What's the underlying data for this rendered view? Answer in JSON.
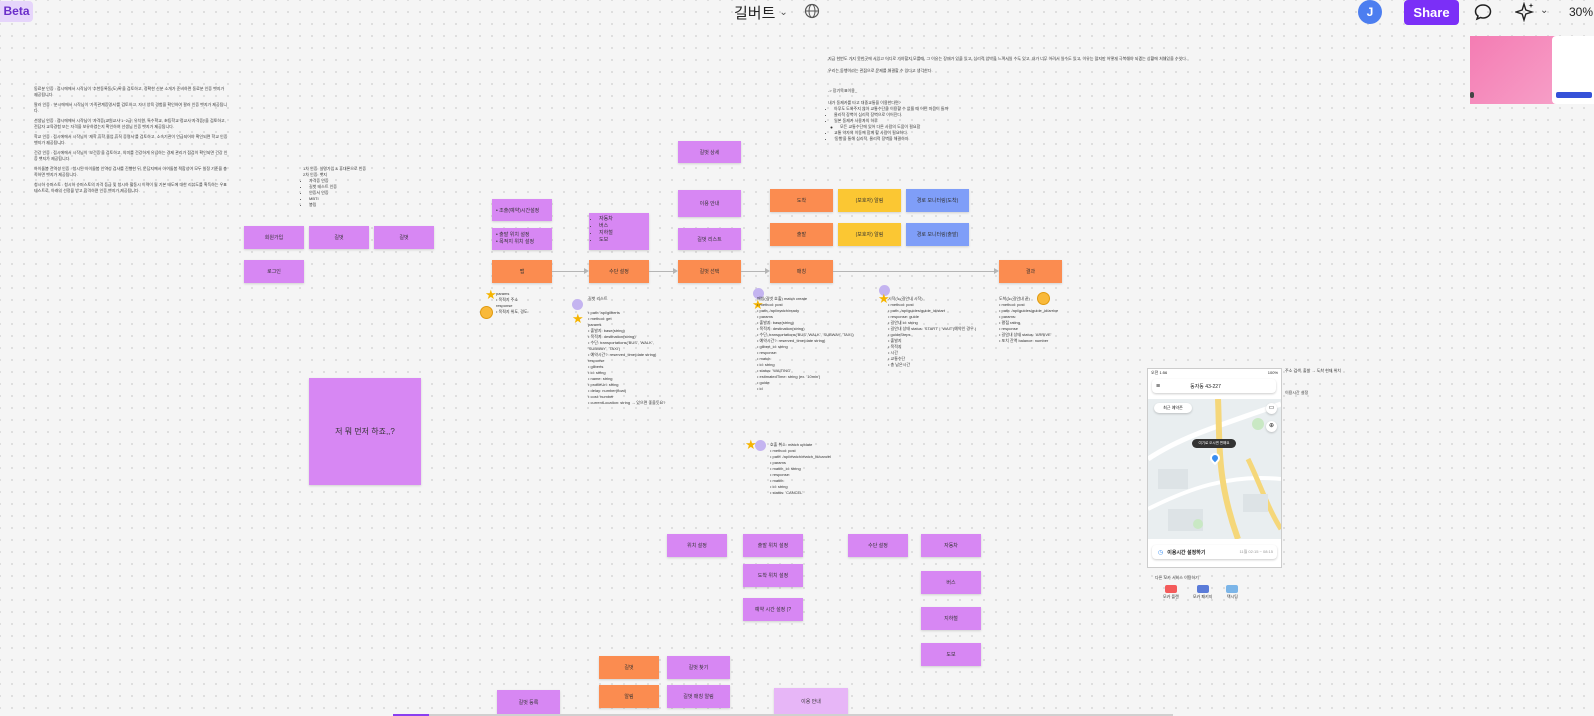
{
  "header": {
    "beta_label": "Beta",
    "doc_title": "길버트",
    "share_label": "Share",
    "avatar_initial": "J",
    "zoom": "30%"
  },
  "colors": {
    "accent": "#7b2ff7",
    "sticky_purple": "#d787f3",
    "sticky_orange": "#fb8c50",
    "sticky_yellow": "#fbc733",
    "sticky_blue": "#7f9ef8",
    "avatar_blue": "#4c7ef0"
  },
  "icons": [
    "chevron-down-icon",
    "globe-icon",
    "comment-icon",
    "ai-sparkle-icon",
    "star-sticker-icon",
    "coin-sticker-icon"
  ],
  "left_text": [
    "동료분 인증 : 접시에에서 시작님이 '추천동록동(도)록'을 검토하고, 정확한 신분 소개가 준비하면 동료분 인증 뱃지가 제공됩니다.",
    "팔러 인증 : '분시에에서 시작님이 '가족관계증명서'를 검토하고, 자녀 양육 경험을 확인하여 팔러 인증 뱃지가 제공됩니다.",
    "선생님 인증 : 접시에에서 시작님이 '자격증(교원교사 1~2급, 유치원, 특수학교, 초등학교 정교사 자격증)'을 검토하고, 전담자 교육경험 또는 자격을 보유하였는지 확인하여 선생님 인증 뱃지가 제공됩니다.",
    "학교 인증 : 접시에에서 시작님이 '재학,휴학,졸업,휴직 증명서'를 검토하고, 소속기관이 언급되어야 확인되면 학교 인증 뱃지가 제공됩니다.",
    "건강 인증 : 접시에에서 시작님이 '보건증'을 검토하고, 의미를 건강하게 유념하는 경제 관리가 점검이 확인되면 건강 인증 뱃지가 제공됩니다.",
    "아이돌봄 전역성 인증 : 청시된 아이돌봄 인역성 검사를 진행한 뒤, 문답지에서 아이돌봄 적합성이 모두 일정 기준을 충족하면 뱃지가 제공됩니다.",
    "청시하 슈퍼스토 : 청시하 슈퍼스토의 자격 등급 및 청시하 활동시 이력이 될 기본 태도에 대한 리뷰도를 획득하는 우표 테스트로, 아래의 선정을 받고 합격하면 인증 뱃지가 제공됩니다."
  ],
  "auth_list": {
    "heading": "1차 인증: 실명가입 & 휴대폰으로 인증",
    "sub": "2차 인증: 뱃지",
    "items": [
      "자격증 인증",
      "길벗 테스트 인증",
      "인증서 인증",
      "MBTI",
      "봉링"
    ]
  },
  "notes": {
    "signup": "회원가입",
    "gilbeot1": "길벗",
    "gilbeot2": "길벗",
    "login": "로그인",
    "big_question": "저 뭐 먼저 하죠,,?",
    "departure_time": "• 조출(예약)시간설정",
    "departure_loc": [
      "• 출발 위치 설정",
      "• 목적지 위치 설정"
    ],
    "transport_list": [
      "자동차",
      "버스",
      "지하철",
      "도보"
    ],
    "gilbeot_detail": "길벗 상세",
    "usage_guide": "이용 안내",
    "gilbeot_list": "길벗 리스트",
    "map": "맵",
    "transport_set": "수단 설정",
    "gilbeot_select": "길벗 선택",
    "match": "매칭",
    "result": "결과",
    "arrive": "도착",
    "depart": "출발",
    "guardian_alarm1": "(보호자) 알림",
    "guardian_alarm2": "(보호자) 알림",
    "route_monitor1": "경로 모니터링(도착)",
    "route_monitor2": "경로 모니터링(출발)",
    "loc_set": "위치 설정",
    "dep_loc_set": "출발 위치 설정",
    "dst_loc_set": "도착 위치 설정",
    "reserve_time_set": "예약 시간 설정 (?",
    "transport_set2": "수단 설정",
    "car": "자동차",
    "bus": "버스",
    "subway": "지하철",
    "walk": "도보",
    "gilbeot3": "길벗",
    "gilbeot_find": "길벗 찾기",
    "cancel": "알림",
    "gilbeot_match": "길벗 매칭 알림",
    "gilbeot_reg": "길벗 등록",
    "usage_guide2": "이용 안내"
  },
  "api": {
    "map_params": [
      "params",
      "• 목적지 주소",
      "response",
      "• 목적지 위도, 경도"
    ],
    "gilbeot_list_title": "길벗 리스트",
    "gilbeot_list_lines": [
      "• path: api/gilberts",
      "• method: get",
      "params",
      "• 출발지: base(string)",
      "• 목적지: destination(string)",
      "• 수단: transportations('BUS', 'WALK', 'SUBWAY', 'TAXI')",
      "• 예약시간?: reserved_time(date string)",
      "response",
      "• gilberts",
      "   • id: string",
      "   • name: string",
      "   • profileUrl: string",
      "   • delay: number(float)",
      "   • cost: number",
      "   • currentLocation: string → 있으면 좋을듯요?"
    ],
    "match_create_title": "매칭(길벗 호출) match create",
    "match_create_lines": [
      "• method: post",
      "• path: /api/match/ready",
      "• params",
      "   • 출발지: base(string)",
      "   • 목적지: destination(string)",
      "   • 수단: transportations('BUS','WALK', 'SUBWAY','TAXI')",
      "   • 예약시간?: reserved_time(date string)",
      "   • gilbert_id: string",
      "• response:",
      "   • match:",
      "      • id: string",
      "      • status: 'WAITING'",
      "      • estimatedTime: string (ex. '10min')",
      "   • guide:",
      "      • id"
    ],
    "match_cancel_title": "호출 취소: match update",
    "match_cancel_lines": [
      "• method: post",
      "• path: /api/match/match_id/cancel",
      "• params",
      "   • match_id: string",
      "• response:",
      "   • match:",
      "      • id: string",
      "      • status: 'CANCEL'"
    ],
    "guide_start_title": "시작(노(길안내 시작)",
    "guide_start_lines": [
      "• method: post",
      "• path: /api/guides/guide_id/start",
      "• response: guide",
      "   • 길안내 id: string",
      "   • 길안내 상태 status: 'START' | 'WAIT'(예약인 경우.)",
      "   • guideSteps",
      "      • 출발지",
      "      • 목적지",
      "      • 시간",
      "      • 교통수단",
      "   • 총 남은시간"
    ],
    "arrive_title": "도착(노(길안내 끝)",
    "arrive_lines": [
      "• method: post",
      "• path: /api/guides/guide_id/arrive",
      "• params:",
      "   • 평점 rating",
      "• response",
      "   • 길안내 상태 status: 'ARRIVE'",
      "   • 포치 잔액 balance: number"
    ]
  },
  "right_text": {
    "para1": "지금 한번도 가지 못한곳에 서있고 어디로 가야할지 모를때, 그 이유는 장애가 있을 있고, 심리적 압박을 느껴서일 수도 있고, 내가 너무 어려서 일수도 있고. 이유는 많지만 어떻게 극복해야 되겠는 상황에 처해있을 수잇다.",
    "para2": "우리는 동행이라는 관점으로 문제를 해결할 수 있다고 생각한다.",
    "heading": "-> 장기목표이용_",
    "question": "내가 동제카를 타고 대중교통을 이용한다면?",
    "bullets": [
      "아무도 도와주지 않아 교통수단을 이용할 수 없을 때 어떤 마음이 들까",
      "물리적 장벽이 심리적 장벽으로 이어진다.",
      "일본 동제카 사용자의 하루"
    ],
    "sub_bullet": "모든 교통수단에 있어 다른 사람의 도움이 필요함",
    "bullets2": [
      "교통 약자의 이동에 함께 할 사람이 필요하다.",
      "'동행'을 통해 심리적, 물리적 장벽을 해결하자."
    ]
  },
  "phone": {
    "status_time": "오전 1:56",
    "status_right": "100%",
    "location": "동자동 43-227",
    "recent_label": "최근 예약존",
    "pin_label": "여기로 오시면 편해요",
    "reserve_button": "이용시간 설정하기",
    "reserve_time": "11월 02:15 ~ 08:15",
    "other_services": "다른 모카 서비스 이용하기",
    "services": [
      "모카 플랜",
      "모카 패키지",
      "택시팅"
    ],
    "side_note1": "주소 검색, 출발 → 도착 현재 위치",
    "side_note2": "이용시간 설정"
  }
}
